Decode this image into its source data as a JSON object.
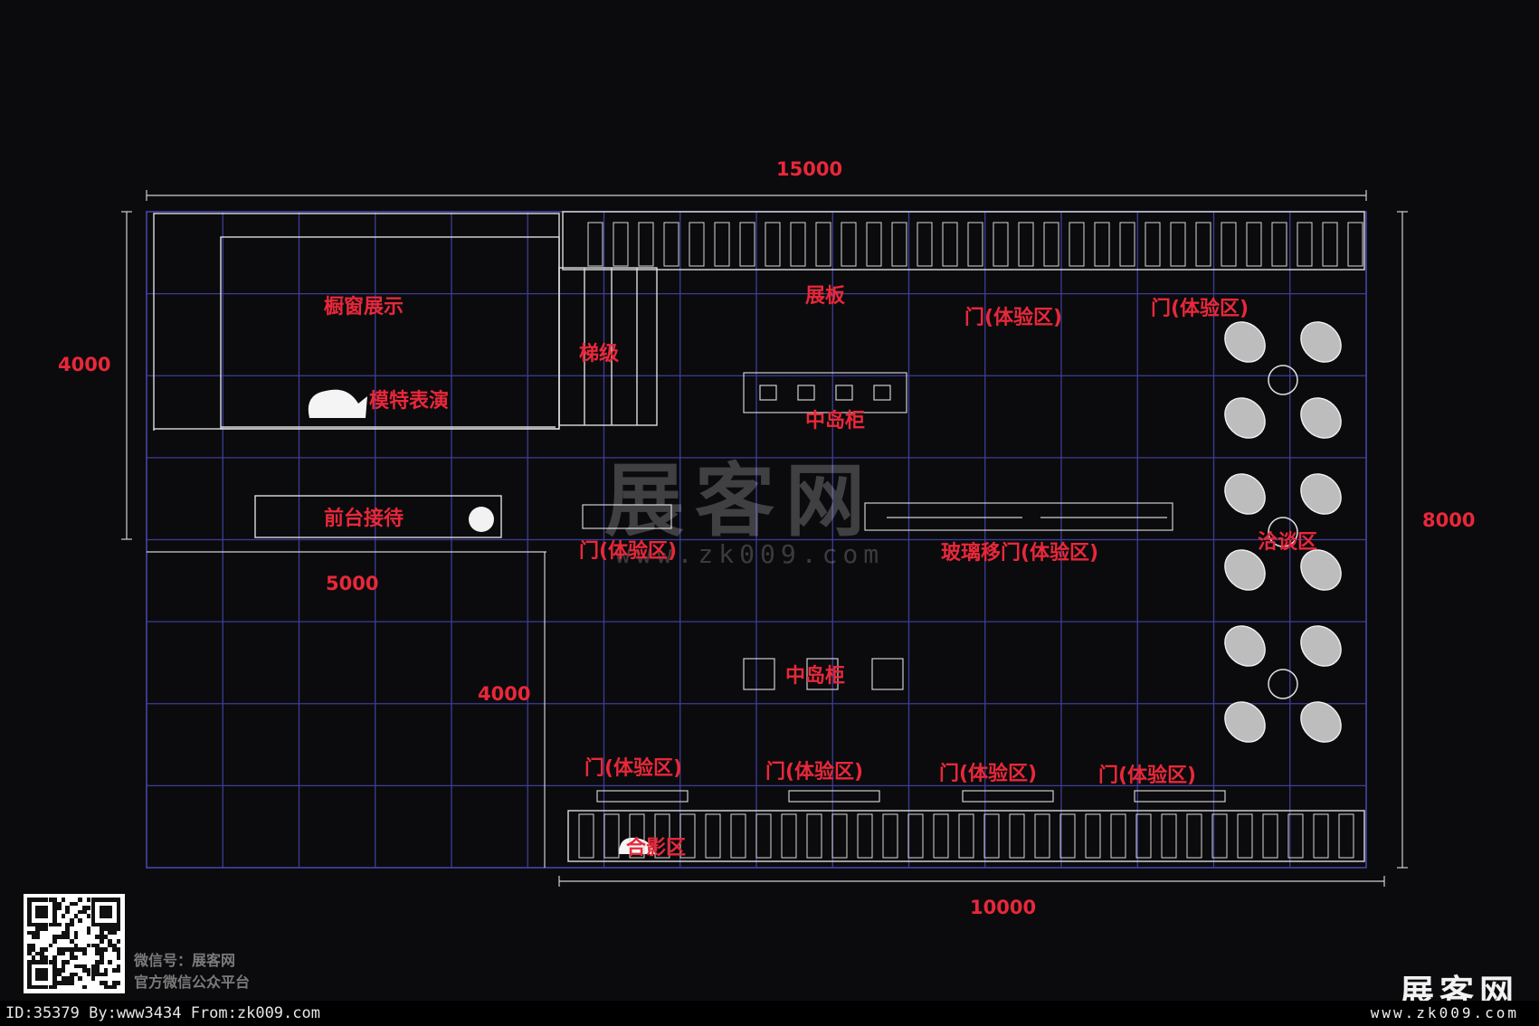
{
  "dimensions": {
    "top_width": "15000",
    "left_height": "4000",
    "right_height": "8000",
    "mid_width": "5000",
    "mid_height": "4000",
    "bottom_width": "10000"
  },
  "areas": {
    "window_display": "橱窗展示",
    "model_show": "模特表演",
    "stairs": "梯级",
    "display_board": "展板",
    "door_exp_top_1": "门(体验区)",
    "door_exp_top_2": "门(体验区)",
    "island_cabinet_1": "中岛柜",
    "reception": "前台接待",
    "door_exp_mid": "门(体验区)",
    "glass_sliding_door": "玻璃移门(体验区)",
    "negotiation_area": "洽谈区",
    "island_cabinet_2": "中岛柜",
    "door_exp_bottom_1": "门(体验区)",
    "door_exp_bottom_2": "门(体验区)",
    "door_exp_bottom_3": "门(体验区)",
    "door_exp_bottom_4": "门(体验区)",
    "photo_area": "合影区"
  },
  "watermark": {
    "logo": "展客网",
    "url": "www.zk009.com"
  },
  "footer": {
    "wechat_id": "微信号：展客网",
    "wechat_desc": "官方微信公众平台",
    "meta": "ID:35379 By:www3434 From:zk009.com",
    "brand_logo": "展客网",
    "brand_url": "www.zk009.com"
  },
  "colors": {
    "background": "#0b0b0d",
    "label_red": "#e8283a",
    "grid_blue": "#3d3d9a"
  }
}
